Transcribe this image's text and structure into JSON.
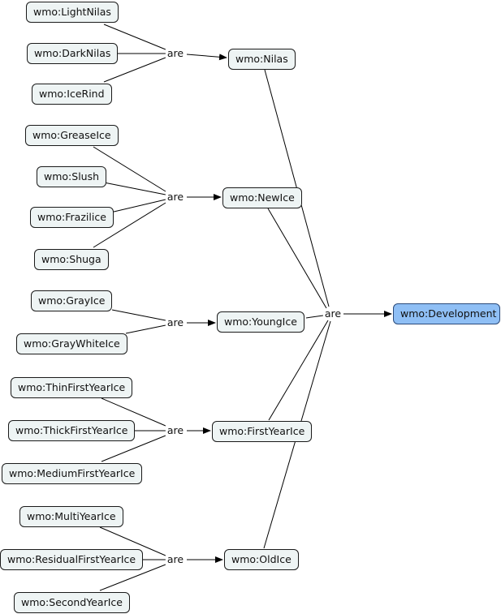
{
  "link_label": "are",
  "root": "wmo:Development",
  "groups": [
    {
      "parent": "wmo:Nilas",
      "children": [
        "wmo:LightNilas",
        "wmo:DarkNilas",
        "wmo:IceRind"
      ]
    },
    {
      "parent": "wmo:NewIce",
      "children": [
        "wmo:GreaseIce",
        "wmo:Slush",
        "wmo:Frazilice",
        "wmo:Shuga"
      ]
    },
    {
      "parent": "wmo:YoungIce",
      "children": [
        "wmo:GrayIce",
        "wmo:GrayWhiteIce"
      ]
    },
    {
      "parent": "wmo:FirstYearIce",
      "children": [
        "wmo:ThinFirstYearIce",
        "wmo:ThickFirstYearIce",
        "wmo:MediumFirstYearIce"
      ]
    },
    {
      "parent": "wmo:OldIce",
      "children": [
        "wmo:MultiYearIce",
        "wmo:ResidualFirstYearIce",
        "wmo:SecondYearIce"
      ]
    }
  ],
  "colors": {
    "root_fill": "#8fbff5",
    "node_fill": "#eef4f4",
    "line": "#000000"
  }
}
